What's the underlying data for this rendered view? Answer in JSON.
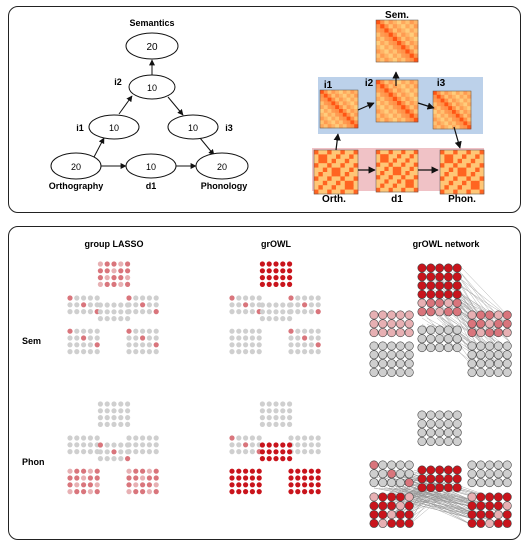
{
  "top_panel": {
    "graph": {
      "nodes": [
        {
          "id": "sem",
          "value": "20",
          "label": "Semantics"
        },
        {
          "id": "i2",
          "value": "10",
          "label": "i2"
        },
        {
          "id": "i1",
          "value": "10",
          "label": "i1"
        },
        {
          "id": "i3",
          "value": "10",
          "label": "i3"
        },
        {
          "id": "orth",
          "value": "20",
          "label": "Orthography"
        },
        {
          "id": "d1",
          "value": "10",
          "label": "d1"
        },
        {
          "id": "phon",
          "value": "20",
          "label": "Phonology"
        }
      ]
    },
    "matrices": {
      "labels": {
        "sem": "Sem.",
        "i1": "i1",
        "i2": "i2",
        "i3": "i3",
        "orth": "Orth.",
        "d1": "d1",
        "phon": "Phon."
      }
    }
  },
  "bottom_panel": {
    "column_titles": [
      "group LASSO",
      "grOWL",
      "grOWL network"
    ],
    "row_labels": [
      "Sem",
      "Phon"
    ]
  },
  "colors": {
    "strong_red": "#c9141c",
    "mid_red": "#d9757c",
    "light_red": "#e7b0b3",
    "gray_dot": "#cfcfcf",
    "blue_band": "#bcd1ea",
    "pink_band": "#f0c2c6"
  }
}
